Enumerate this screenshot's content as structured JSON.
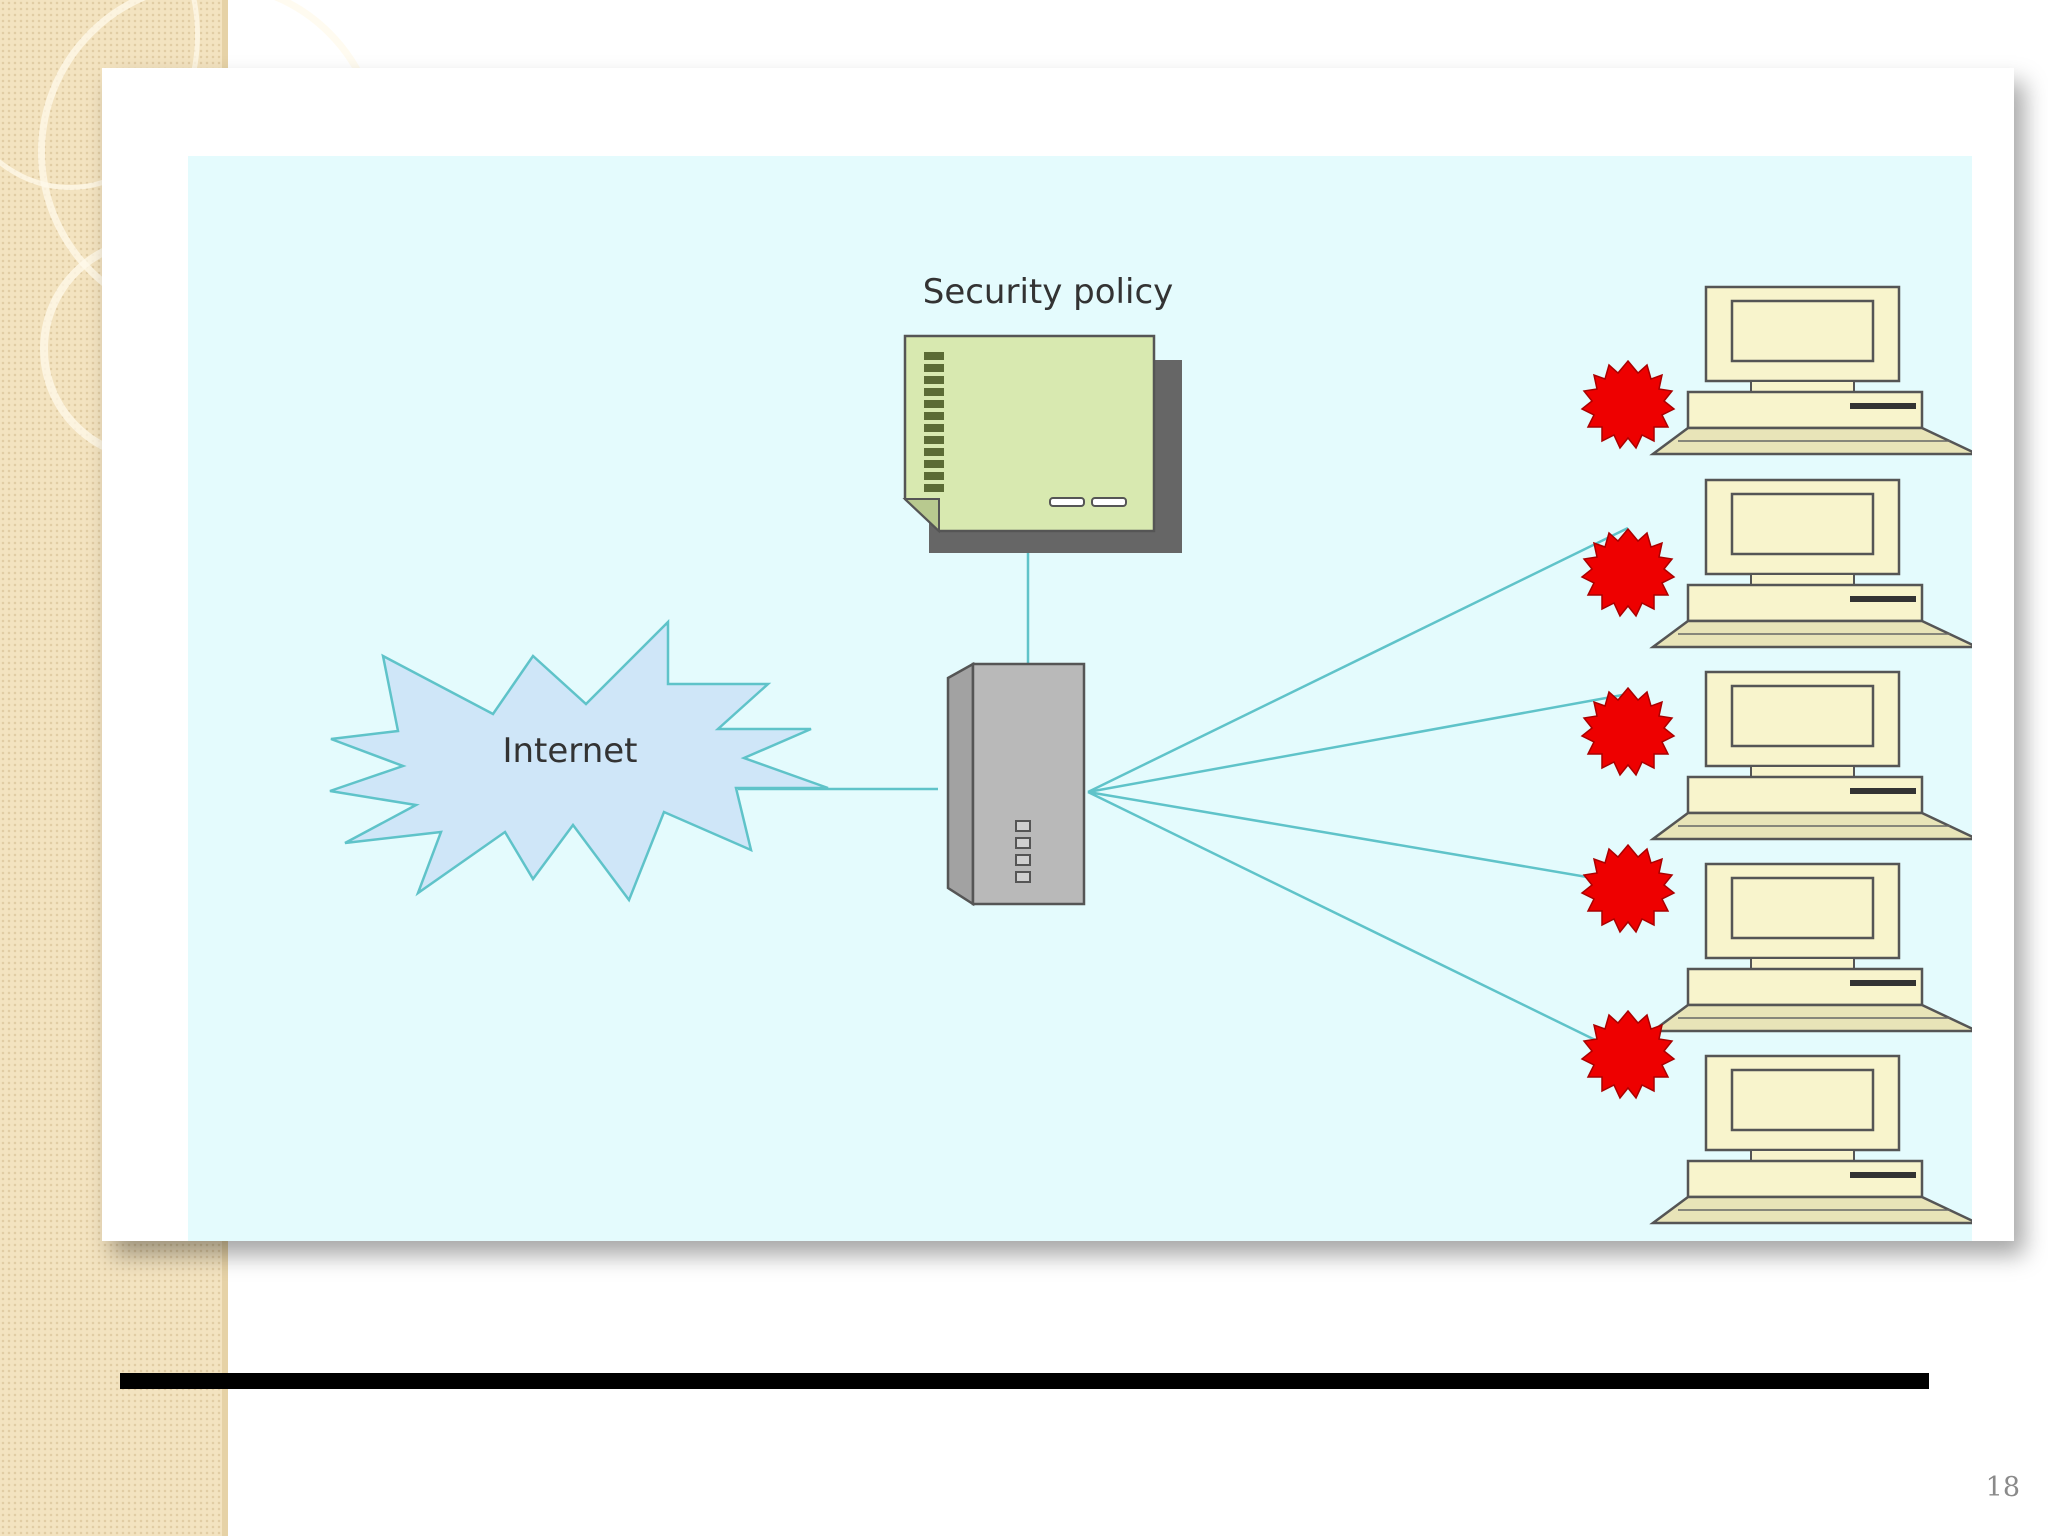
{
  "diagram": {
    "security_policy_label": "Security policy",
    "internet_label": "Internet",
    "colors": {
      "background": "#e4fbfd",
      "link": "#5fc3c9",
      "cloud": "#cfe6f8",
      "policy_doc": "#d8e9b0",
      "server": "#b9b9b9",
      "computer": "#f8f4cc",
      "block_burst": "#ee0000"
    },
    "icons": [
      "internet-cloud-icon",
      "security-policy-document-icon",
      "firewall-server-icon",
      "computer-icon",
      "block-burst-icon"
    ],
    "computer_count": 5
  },
  "footer": {
    "page_number": "18"
  }
}
